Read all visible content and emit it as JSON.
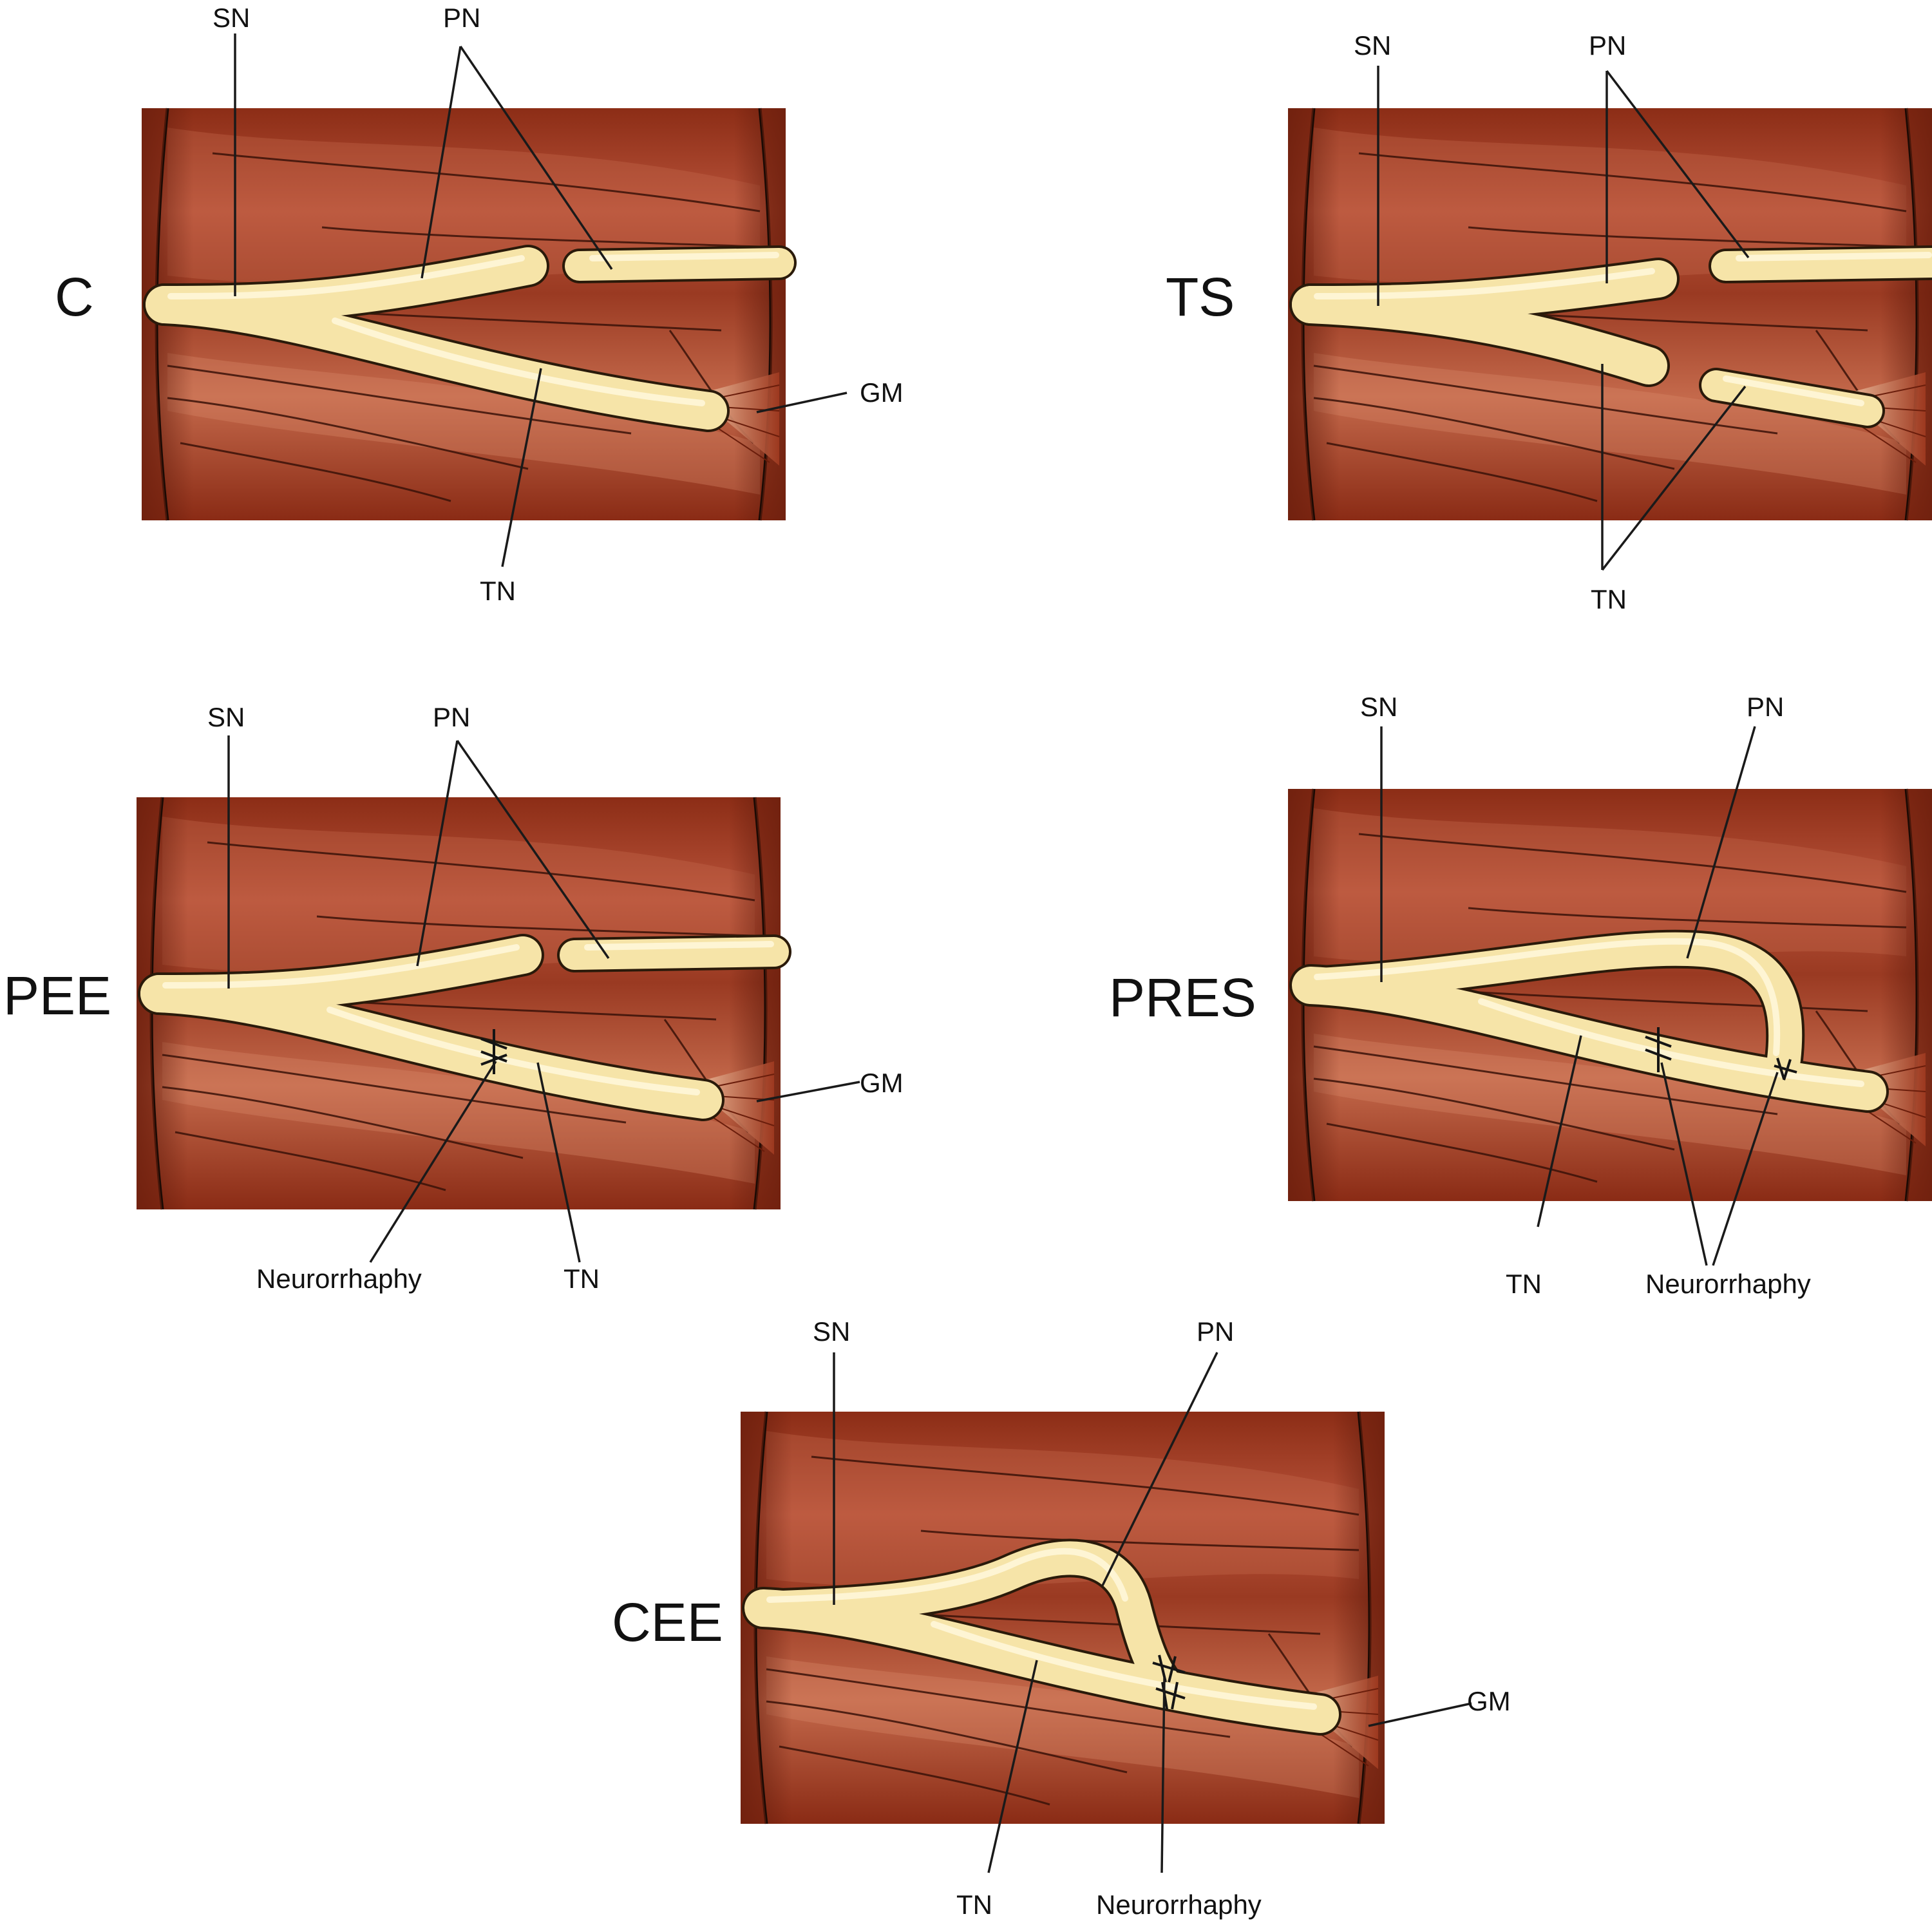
{
  "colors": {
    "muscle_dark": "#7a2410",
    "muscle_mid": "#b24a2a",
    "muscle_light": "#d98a66",
    "nerve_fill": "#f6e4a8",
    "nerve_core": "#fff4cf",
    "nerve_edge": "#2a1a0a",
    "text": "#111111"
  },
  "labels": {
    "sn": "SN",
    "pn": "PN",
    "tn": "TN",
    "gm": "GM",
    "neurorrhaphy": "Neurorrhaphy"
  },
  "panels": [
    {
      "id": "c",
      "title": "C"
    },
    {
      "id": "ts",
      "title": "TS"
    },
    {
      "id": "pee",
      "title": "PEE"
    },
    {
      "id": "pres",
      "title": "PRES"
    },
    {
      "id": "cee",
      "title": "CEE"
    }
  ]
}
